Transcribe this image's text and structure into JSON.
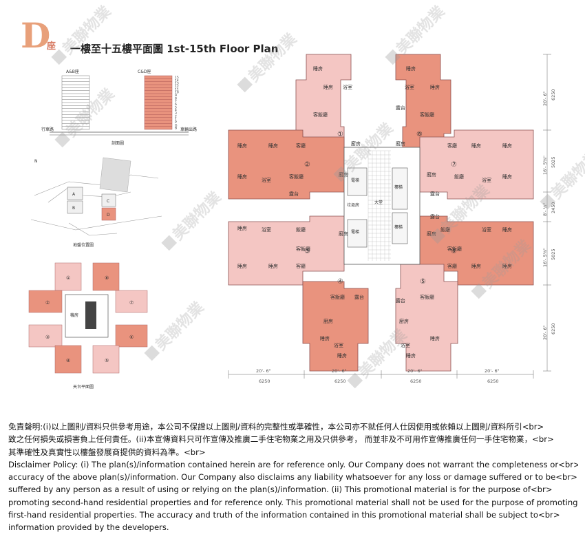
{
  "header": {
    "block_letter": "D",
    "block_suffix": "座",
    "title": "一樓至十五樓平面圖  1st-15th  Floor Plan"
  },
  "elevation": {
    "label_ab": "A&B座",
    "label_cd": "C&D座",
    "caption": "剖面圖",
    "floor_numbers": [
      "15",
      "14",
      "13",
      "12",
      "11",
      "10",
      "9",
      "8",
      "7",
      "6",
      "5",
      "4",
      "3",
      "2",
      "1",
      "P",
      "G",
      "B"
    ],
    "left_note": "行車路",
    "right_note": "車輛出路"
  },
  "site_plan": {
    "caption": "地盤位置圖",
    "blocks": [
      "A",
      "B",
      "C",
      "D"
    ]
  },
  "roof_plan": {
    "caption": "天台平面圖",
    "unit_numbers": [
      "①",
      "②",
      "③",
      "④",
      "⑤",
      "⑥",
      "⑦",
      "⑧"
    ],
    "core_label": "機房"
  },
  "floor_plan": {
    "units": [
      "①",
      "②",
      "③",
      "④",
      "⑤",
      "⑥",
      "⑦",
      "⑧"
    ],
    "room_labels": {
      "bedroom": "睡房",
      "living": "客飯廳",
      "living2": "客廳",
      "dining": "飯廳",
      "kitchen": "廚房",
      "bathroom": "浴室",
      "balcony": "露台"
    },
    "core_labels": [
      "電梯",
      "電梯",
      "樓梯",
      "樓梯",
      "大堂",
      "垃圾房"
    ],
    "dims_bottom": [
      {
        "ft": "20'- 6\"",
        "mm": "6250"
      },
      {
        "ft": "20'- 6\"",
        "mm": "6250"
      },
      {
        "ft": "20'- 6\"",
        "mm": "6250"
      },
      {
        "ft": "20'- 6\"",
        "mm": "6250"
      }
    ],
    "dims_right": [
      {
        "ft": "20'- 6\"",
        "mm": "6250"
      },
      {
        "ft": "16'- 5⅝\"",
        "mm": "5025"
      },
      {
        "ft": "8'- ½\"",
        "mm": "2450"
      },
      {
        "ft": "16'- 5⅝\"",
        "mm": "5025"
      },
      {
        "ft": "20'- 6\"",
        "mm": "6250"
      }
    ]
  },
  "watermark": "美聯物業",
  "disclaimer": [
    "免責聲明:(i)以上圖則/資料只供參考用途，本公司不保證以上圖則/資料的完整性或準確性，本公司亦不就任何人仕因使用或依賴以上圖則/資料所引<br>",
    "致之任何損失或損害負上任何責任。(ii)本宣傳資料只可作宣傳及推廣二手住宅物業之用及只供參考， 而並非及不可用作宣傳推廣任何一手住宅物業，<br>",
    "其準確性及真實性以樓盤發展商提供的資料為準。<br>",
    "Disclaimer Policy: (i) The plan(s)/information contained herein are for reference only. Our Company does not warrant the completeness or<br>",
    "accuracy of the above plan(s)/information. Our Company also disclaims any liability whatsoever for any loss or damage suffered or to be<br>",
    "suffered by any person as a result of using or relying on the plan(s)/information. (ii) This promotional material is for the purpose of<br>",
    "promoting second-hand residential properties and for reference only. This promotional material shall not be used for the purpose of promoting<br>",
    "first-hand residential properties. The accuracy and truth of the information contained in this promotional material shall be subject to<br>",
    "information provided by the developers."
  ],
  "colors": {
    "unit_light": "#f4c6c3",
    "unit_dark": "#e9937e",
    "accent": "#e8a07a"
  }
}
